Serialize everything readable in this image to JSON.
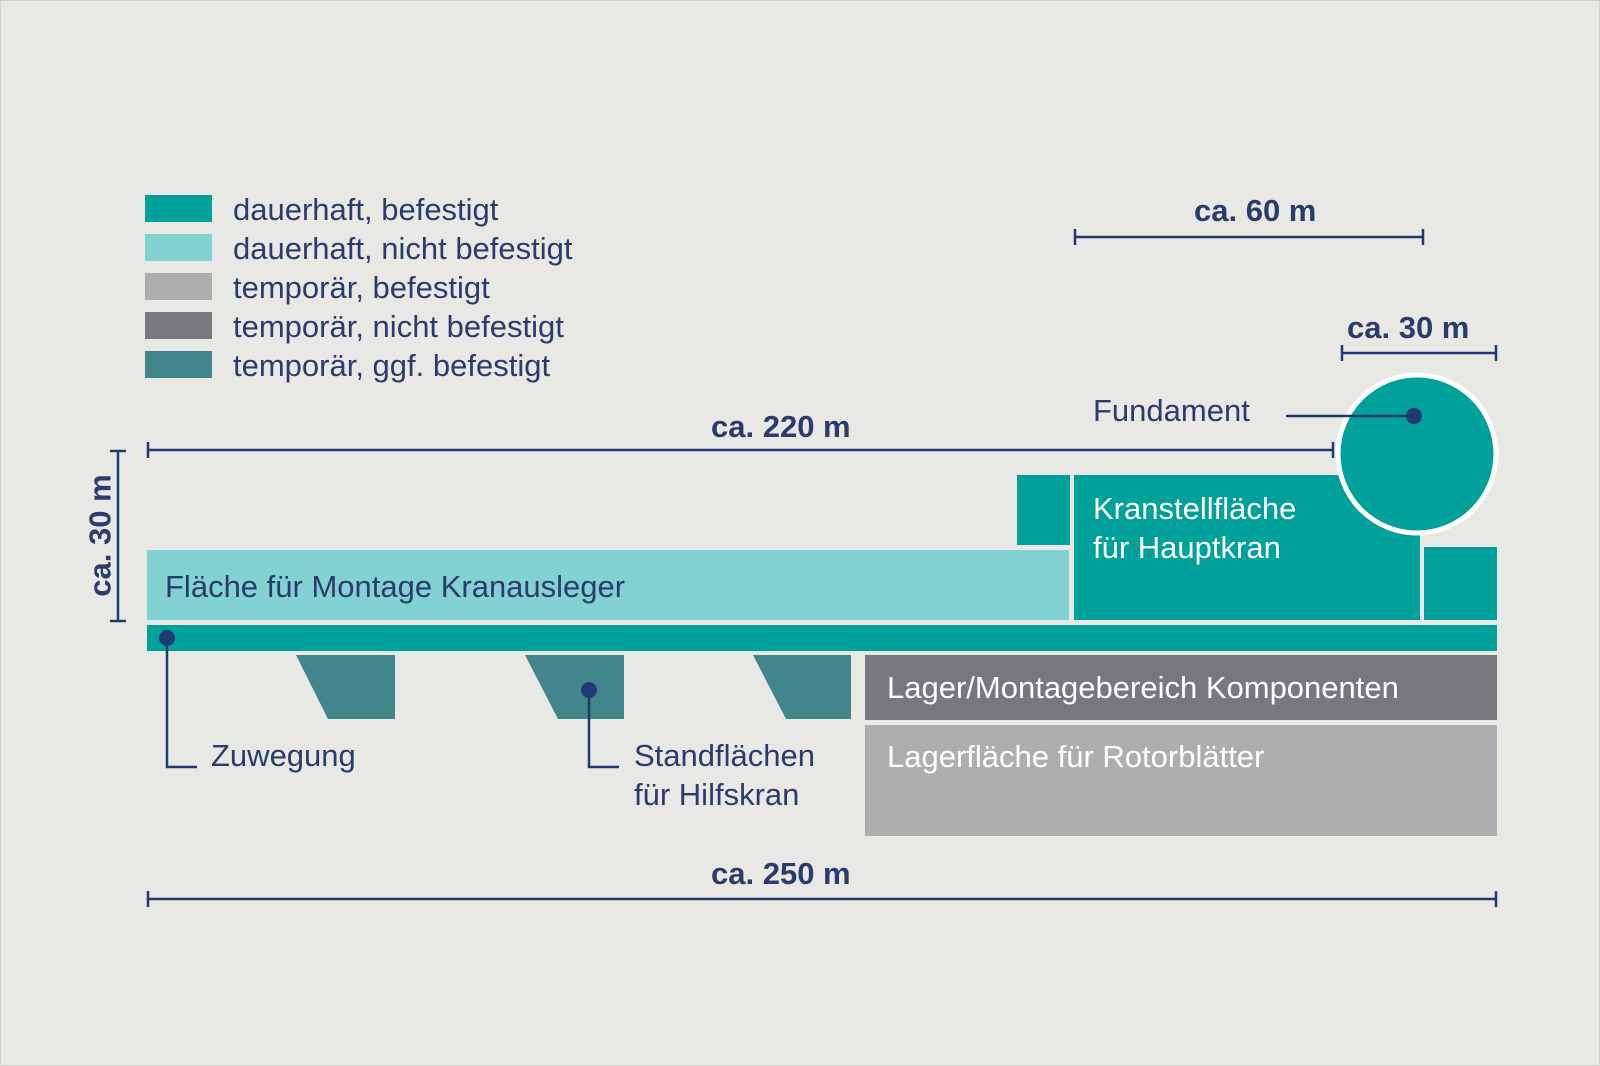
{
  "legend": {
    "items": [
      {
        "label": "dauerhaft, befestigt",
        "color": "#00a19b"
      },
      {
        "label": "dauerhaft, nicht befestigt",
        "color": "#82d2d1"
      },
      {
        "label": "temporär, befestigt",
        "color": "#adaeb0"
      },
      {
        "label": "temporär, nicht befestigt",
        "color": "#77777c"
      },
      {
        "label": "temporär, ggf. befestigt",
        "color": "#41868a"
      }
    ]
  },
  "dimensions": {
    "width_60": "ca. 60 m",
    "width_30": "ca. 30 m",
    "width_220": "ca. 220 m",
    "width_250": "ca. 250 m",
    "height_30": "ca. 30 m"
  },
  "areas": {
    "fundament": "Fundament",
    "kranstell": "Kranstellfläche\nfür Hauptkran",
    "montage_kranausleger": "Fläche für Montage Kranausleger",
    "zuwegung": "Zuwegung",
    "standflaechen": "Standflächen\nfür Hilfskran",
    "lager_montage": "Lager/Montagebereich Komponenten",
    "lagerflaeche_rotor": "Lagerfläche für Rotorblätter"
  },
  "colors": {
    "background": "#e8e8e4",
    "text": "#2a3c6e",
    "line": "#1f3a73"
  }
}
